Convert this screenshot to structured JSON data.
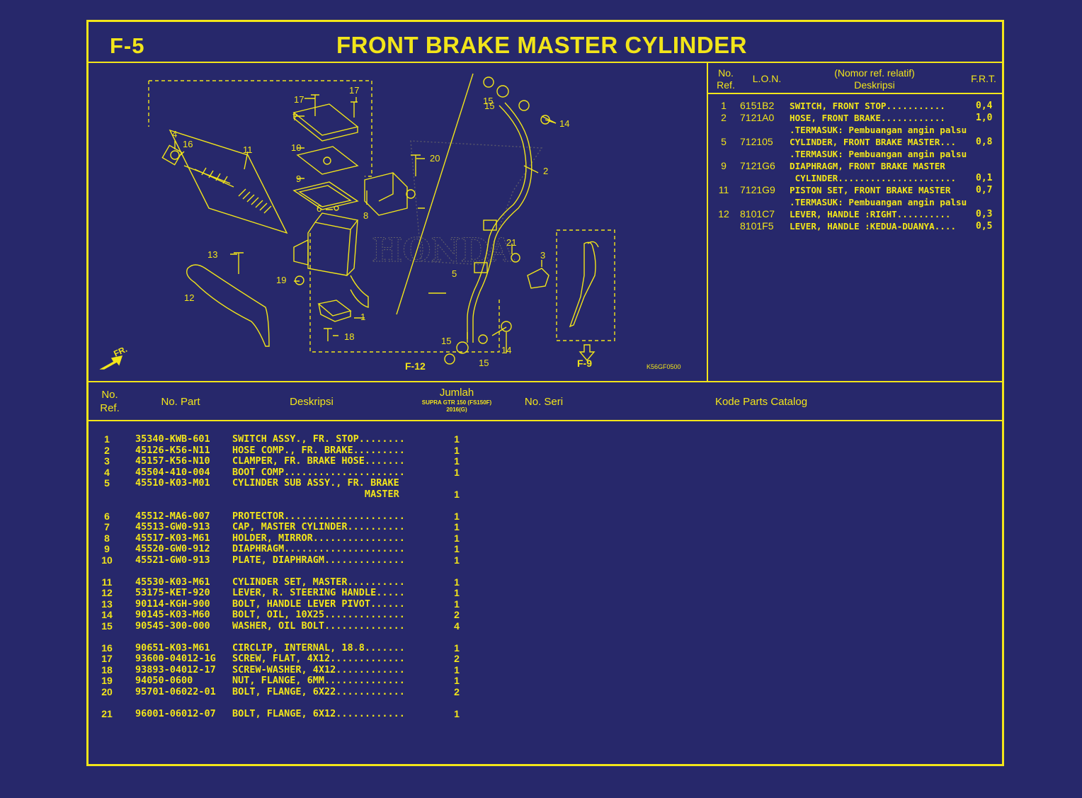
{
  "header": {
    "code": "F-5",
    "title": "FRONT BRAKE MASTER CYLINDER"
  },
  "diagram": {
    "labels": [
      "1",
      "2",
      "3",
      "4",
      "5",
      "6",
      "7",
      "8",
      "9",
      "10",
      "11",
      "12",
      "13",
      "14",
      "14",
      "15",
      "15",
      "15",
      "15",
      "16",
      "17",
      "17",
      "18",
      "19",
      "20",
      "21"
    ],
    "ref_f12": "F-12",
    "ref_f9": "F-9",
    "fr_arrow": "FR.",
    "diagram_code": "K56GF0500",
    "watermark": "HONDA"
  },
  "frt_table": {
    "headers": {
      "no_ref": "No.\nRef.",
      "lon": "L.O.N.",
      "desc_top": "(Nomor ref. relatif)",
      "desc": "Deskripsi",
      "frt": "F.R.T."
    },
    "rows": [
      {
        "no": "1",
        "lon": "6151B2",
        "desc": "SWITCH, FRONT STOP...........",
        "frt": "0,4"
      },
      {
        "no": "2",
        "lon": "7121A0",
        "desc": "HOSE, FRONT BRAKE............",
        "frt": "1,0"
      },
      {
        "no": "",
        "lon": "",
        "desc": ".TERMASUK: Pembuangan angin palsu",
        "frt": ""
      },
      {
        "no": "5",
        "lon": "712105",
        "desc": "CYLINDER, FRONT BRAKE MASTER...",
        "frt": "0,8"
      },
      {
        "no": "",
        "lon": "",
        "desc": ".TERMASUK: Pembuangan angin palsu",
        "frt": ""
      },
      {
        "no": "9",
        "lon": "7121G6",
        "desc": "DIAPHRAGM, FRONT BRAKE MASTER",
        "frt": ""
      },
      {
        "no": "",
        "lon": "",
        "desc": " CYLINDER......................",
        "frt": "0,1"
      },
      {
        "no": "11",
        "lon": "7121G9",
        "desc": "PISTON SET, FRONT BRAKE MASTER",
        "frt": "0,7"
      },
      {
        "no": "",
        "lon": "",
        "desc": ".TERMASUK: Pembuangan angin palsu",
        "frt": ""
      },
      {
        "no": "12",
        "lon": "8101C7",
        "desc": "LEVER, HANDLE :RIGHT..........",
        "frt": "0,3"
      },
      {
        "no": "",
        "lon": "8101F5",
        "desc": "LEVER, HANDLE :KEDUA-DUANYA....",
        "frt": "0,5"
      }
    ]
  },
  "parts_table": {
    "headers": {
      "no_ref": "No.\nRef.",
      "no_part": "No. Part",
      "deskripsi": "Deskripsi",
      "jumlah": "Jumlah",
      "model": "SUPRA GTR 150 (FS150F)",
      "year": "2016(G)",
      "no_seri": "No. Seri",
      "kode": "Kode Parts Catalog"
    },
    "rows": [
      {
        "no": "1",
        "part": "35340-KWB-601",
        "desc": "SWITCH ASSY., FR. STOP........",
        "qty": "1"
      },
      {
        "no": "2",
        "part": "45126-K56-N11",
        "desc": "HOSE COMP., FR. BRAKE.........",
        "qty": "1"
      },
      {
        "no": "3",
        "part": "45157-K56-N10",
        "desc": "CLAMPER, FR. BRAKE HOSE.......",
        "qty": "1"
      },
      {
        "no": "4",
        "part": "45504-410-004",
        "desc": "BOOT COMP.....................",
        "qty": "1"
      },
      {
        "no": "5",
        "part": "45510-K03-M01",
        "desc": "CYLINDER SUB ASSY., FR. BRAKE",
        "qty": ""
      },
      {
        "no": "",
        "part": "",
        "desc": "                       MASTER",
        "qty": "1"
      },
      {
        "no": "6",
        "part": "45512-MA6-007",
        "desc": "PROTECTOR.....................",
        "qty": "1"
      },
      {
        "no": "7",
        "part": "45513-GW0-913",
        "desc": "CAP, MASTER CYLINDER..........",
        "qty": "1"
      },
      {
        "no": "8",
        "part": "45517-K03-M61",
        "desc": "HOLDER, MIRROR................",
        "qty": "1"
      },
      {
        "no": "9",
        "part": "45520-GW0-912",
        "desc": "DIAPHRAGM.....................",
        "qty": "1"
      },
      {
        "no": "10",
        "part": "45521-GW0-913",
        "desc": "PLATE, DIAPHRAGM..............",
        "qty": "1"
      },
      {
        "no": "11",
        "part": "45530-K03-M61",
        "desc": "CYLINDER SET, MASTER..........",
        "qty": "1"
      },
      {
        "no": "12",
        "part": "53175-KET-920",
        "desc": "LEVER, R. STEERING HANDLE.....",
        "qty": "1"
      },
      {
        "no": "13",
        "part": "90114-KGH-900",
        "desc": "BOLT, HANDLE LEVER PIVOT......",
        "qty": "1"
      },
      {
        "no": "14",
        "part": "90145-K03-M60",
        "desc": "BOLT, OIL, 10X25..............",
        "qty": "2"
      },
      {
        "no": "15",
        "part": "90545-300-000",
        "desc": "WASHER, OIL BOLT..............",
        "qty": "4"
      },
      {
        "no": "16",
        "part": "90651-K03-M61",
        "desc": "CIRCLIP, INTERNAL, 18.8.......",
        "qty": "1"
      },
      {
        "no": "17",
        "part": "93600-04012-1G",
        "desc": "SCREW, FLAT, 4X12.............",
        "qty": "2"
      },
      {
        "no": "18",
        "part": "93893-04012-17",
        "desc": "SCREW-WASHER, 4X12............",
        "qty": "1"
      },
      {
        "no": "19",
        "part": "94050-0600",
        "desc": "NUT, FLANGE, 6MM..............",
        "qty": "1"
      },
      {
        "no": "20",
        "part": "95701-06022-01",
        "desc": "BOLT, FLANGE, 6X22............",
        "qty": "2"
      },
      {
        "no": "21",
        "part": "96001-06012-07",
        "desc": "BOLT, FLANGE, 6X12............",
        "qty": "1"
      }
    ]
  },
  "colors": {
    "background": "#27286b",
    "ink": "#f2e51a"
  }
}
